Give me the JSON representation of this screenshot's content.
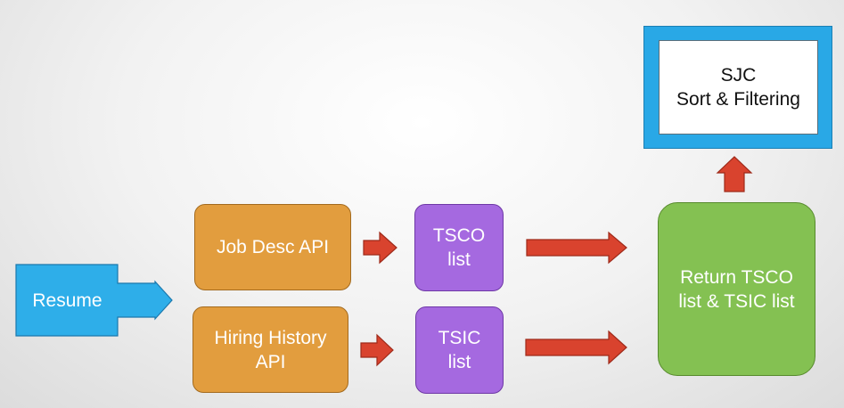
{
  "nodes": {
    "resume": "Resume",
    "job_desc_api": "Job Desc API",
    "hiring_history_api": "Hiring History\nAPI",
    "tsco_list": "TSCO\nlist",
    "tsic_list": "TSIC\nlist",
    "return_lists": "Return TSCO\nlist & TSIC list",
    "sjc": "SJC\nSort & Filtering"
  },
  "colors": {
    "resume": "#29a8e6",
    "api_nodes": "#e29d3e",
    "list_nodes": "#a569e0",
    "return_node": "#84c152",
    "arrows": "#d9432e",
    "sjc_frame": "#29a8e6"
  }
}
